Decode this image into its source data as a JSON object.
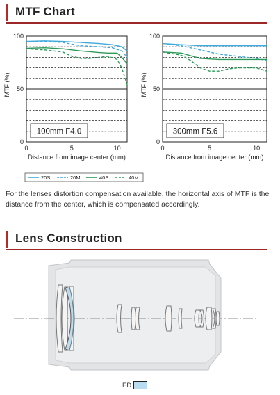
{
  "sections": {
    "mtf_title": "MTF Chart",
    "lens_title": "Lens Construction"
  },
  "note": "For the lenses distortion compensation available, the horizontal axis of MTF is the distance from the center, which is compensated accordingly.",
  "ed_label": "ED",
  "colors": {
    "accent": "#9b2727",
    "line_blue": "#3fa9db",
    "line_green": "#2d9a5a",
    "ed_fill": "#b9dcf0"
  },
  "chart_data": [
    {
      "type": "line",
      "label_box": "100mm F4.0",
      "xlabel": "Distance from image center (mm)",
      "ylabel": "MTF (%)",
      "xlim": [
        0,
        11.1
      ],
      "ylim": [
        0,
        100
      ],
      "xticks": [
        "0",
        "5",
        "10"
      ],
      "yticks": [
        "0",
        "50",
        "100"
      ],
      "series": [
        {
          "name": "20S",
          "style": "solid",
          "color": "#3fa9db",
          "x": [
            0,
            2,
            4,
            6,
            8,
            9.5,
            10.5,
            11.1
          ],
          "y": [
            95,
            95.5,
            95,
            94,
            93,
            92,
            90,
            86
          ]
        },
        {
          "name": "20M",
          "style": "dashed",
          "color": "#3fa9db",
          "x": [
            0,
            2,
            4,
            6,
            8,
            9.5,
            10.5,
            11.1
          ],
          "y": [
            95,
            95,
            94,
            91,
            90,
            89,
            86,
            80
          ]
        },
        {
          "name": "40S",
          "style": "solid",
          "color": "#2d9a5a",
          "x": [
            0,
            2,
            4,
            6,
            8,
            9,
            10,
            10.5,
            11.1
          ],
          "y": [
            88.5,
            89,
            88,
            86,
            84.5,
            84,
            84,
            80,
            74
          ]
        },
        {
          "name": "40M",
          "style": "dashed",
          "color": "#2d9a5a",
          "x": [
            0,
            2,
            4,
            5,
            6,
            7,
            8,
            9,
            10,
            10.5,
            11.1
          ],
          "y": [
            88,
            87,
            85,
            81,
            79,
            79,
            80,
            81,
            78,
            70,
            54
          ]
        }
      ]
    },
    {
      "type": "line",
      "label_box": "300mm F5.6",
      "xlabel": "Distance from image center (mm)",
      "ylabel": "MTF (%)",
      "xlim": [
        0,
        11.1
      ],
      "ylim": [
        0,
        100
      ],
      "xticks": [
        "0",
        "5",
        "10"
      ],
      "yticks": [
        "0",
        "50",
        "100"
      ],
      "series": [
        {
          "name": "20S",
          "style": "solid",
          "color": "#3fa9db",
          "x": [
            0,
            2,
            4,
            6,
            8,
            10,
            11.1
          ],
          "y": [
            93,
            92,
            91,
            91,
            91,
            91,
            91
          ]
        },
        {
          "name": "20M",
          "style": "dashed",
          "color": "#3fa9db",
          "x": [
            0,
            2,
            4,
            6,
            8,
            10,
            11.1
          ],
          "y": [
            93,
            91,
            87,
            83,
            81,
            79,
            77
          ]
        },
        {
          "name": "40S",
          "style": "solid",
          "color": "#2d9a5a",
          "x": [
            0,
            2,
            4,
            6,
            8,
            10,
            11.1
          ],
          "y": [
            85,
            84,
            79,
            78,
            78,
            78,
            78
          ]
        },
        {
          "name": "40M",
          "style": "dashed",
          "color": "#2d9a5a",
          "x": [
            0,
            2,
            3,
            4,
            5,
            6,
            7,
            8,
            10,
            11.1
          ],
          "y": [
            85,
            82,
            77,
            70,
            67,
            67,
            69,
            70,
            70,
            67
          ]
        }
      ]
    }
  ]
}
